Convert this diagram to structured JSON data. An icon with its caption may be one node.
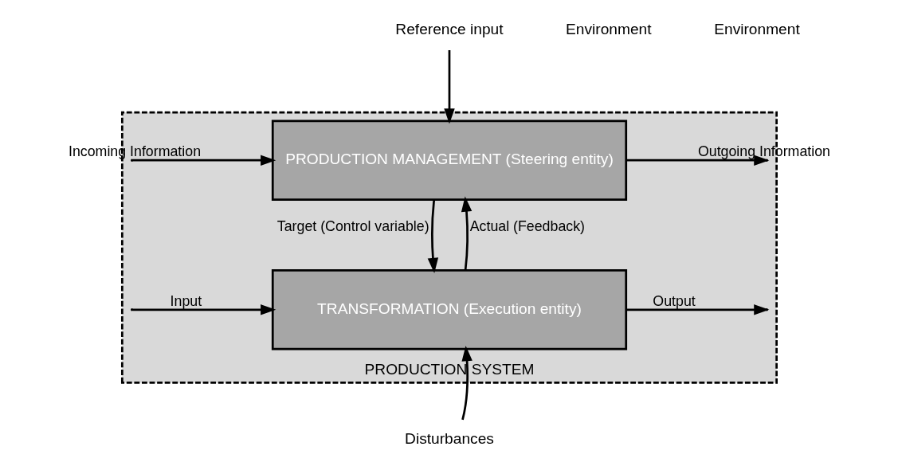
{
  "diagram": {
    "nodes": [
      {
        "text": [
          "PRODUCTION SYSTEM"
        ]
      },
      {
        "text": [
          "PRODUCTION MANAGEMENT (Steering entity)"
        ],
        "in": 0
      },
      {
        "text": [
          "TRANSFORMATION (Execution entity)"
        ],
        "in": 0
      },
      {
        "text": [
          "Reference input"
        ]
      },
      {
        "text": [
          "Disturbances"
        ]
      }
    ],
    "edges": [
      {
        "from": null,
        "to": 1,
        "arrow": "to",
        "label": "Incoming Information"
      },
      {
        "from": 1,
        "to": null,
        "arrow": "to",
        "label": "Outgoing Information"
      },
      {
        "from": 3,
        "to": 1,
        "arrow": "to"
      },
      {
        "from": 1,
        "to": 2,
        "arrow": "to",
        "label": "Target (Control variable)"
      },
      {
        "from": 2,
        "to": 1,
        "arrow": "to",
        "label": "Actual (Feedback)"
      },
      {
        "from": null,
        "to": 2,
        "arrow": "to",
        "label": "Input"
      },
      {
        "from": 2,
        "to": null,
        "arrow": "to",
        "label": "Output"
      },
      {
        "from": 4,
        "to": 2,
        "arrow": "to"
      }
    ],
    "labels": [
      "Environment",
      "Environment"
    ]
  }
}
